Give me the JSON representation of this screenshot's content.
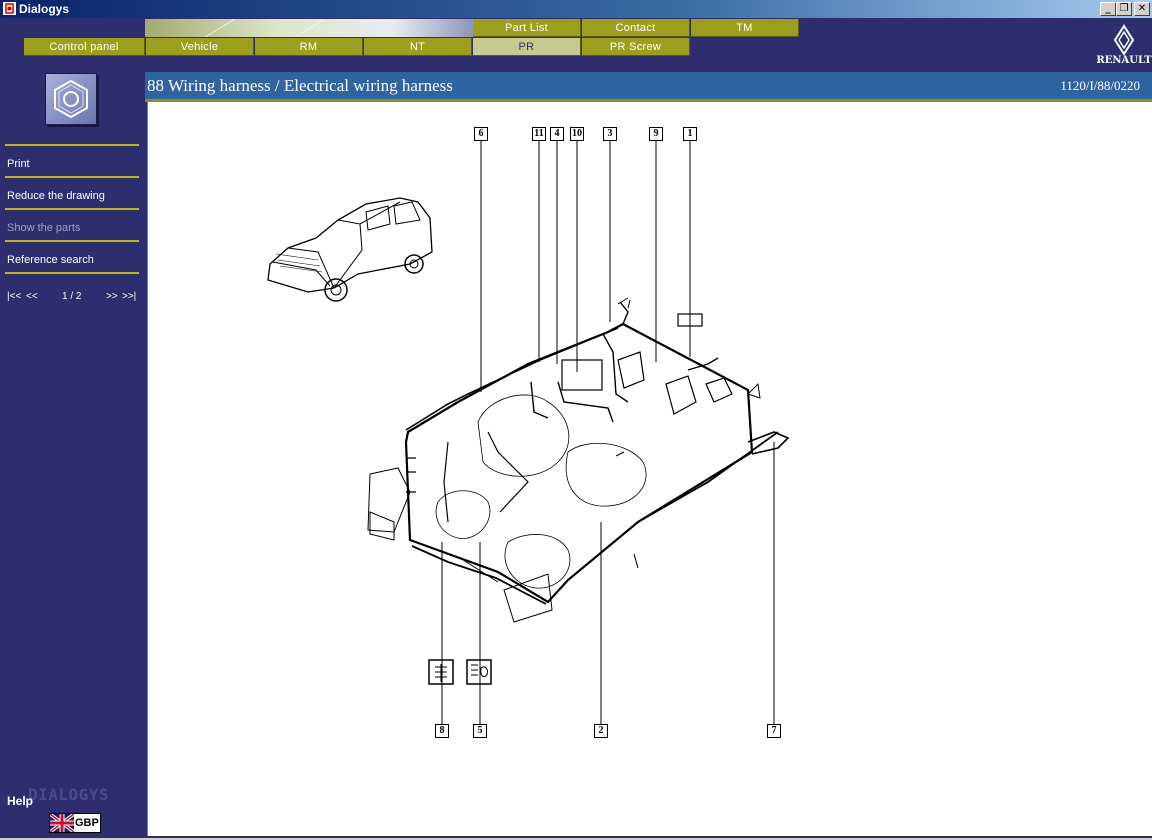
{
  "window": {
    "title": "Dialogys",
    "minimize": "_",
    "restore": "❐",
    "close": "✕"
  },
  "tabs_top": [
    {
      "label": "Part List"
    },
    {
      "label": "Contact"
    },
    {
      "label": "TM"
    }
  ],
  "tabs_bottom": [
    {
      "label": "Control panel"
    },
    {
      "label": "Vehicle"
    },
    {
      "label": "RM"
    },
    {
      "label": "NT"
    },
    {
      "label": "PR",
      "active": true
    },
    {
      "label": "PR Screw"
    }
  ],
  "brand": {
    "name": "RENAULT"
  },
  "sidebar": {
    "items": [
      {
        "label": "Print"
      },
      {
        "label": "Reduce the drawing"
      },
      {
        "label": "Show the parts",
        "disabled": true
      },
      {
        "label": "Reference search"
      }
    ],
    "pager": {
      "first": "|<<",
      "prev": "<<",
      "page": "1 / 2",
      "next": ">>",
      "last": ">>|"
    },
    "help": "Help",
    "watermark": "DIALOGYS",
    "currency": "GBP"
  },
  "content": {
    "title": "88 Wiring harness / Electrical wiring harness",
    "reference": "1120/I/88/0220"
  },
  "drawing": {
    "callouts_top": [
      "6",
      "11",
      "4",
      "10",
      "3",
      "9",
      "1"
    ],
    "callouts_bottom": [
      "8",
      "5",
      "2",
      "7"
    ]
  },
  "colors": {
    "background": "#2e2e6e",
    "tab": "#9e9e1e",
    "header": "#2f64a0",
    "accent_line": "#b9b52a"
  }
}
